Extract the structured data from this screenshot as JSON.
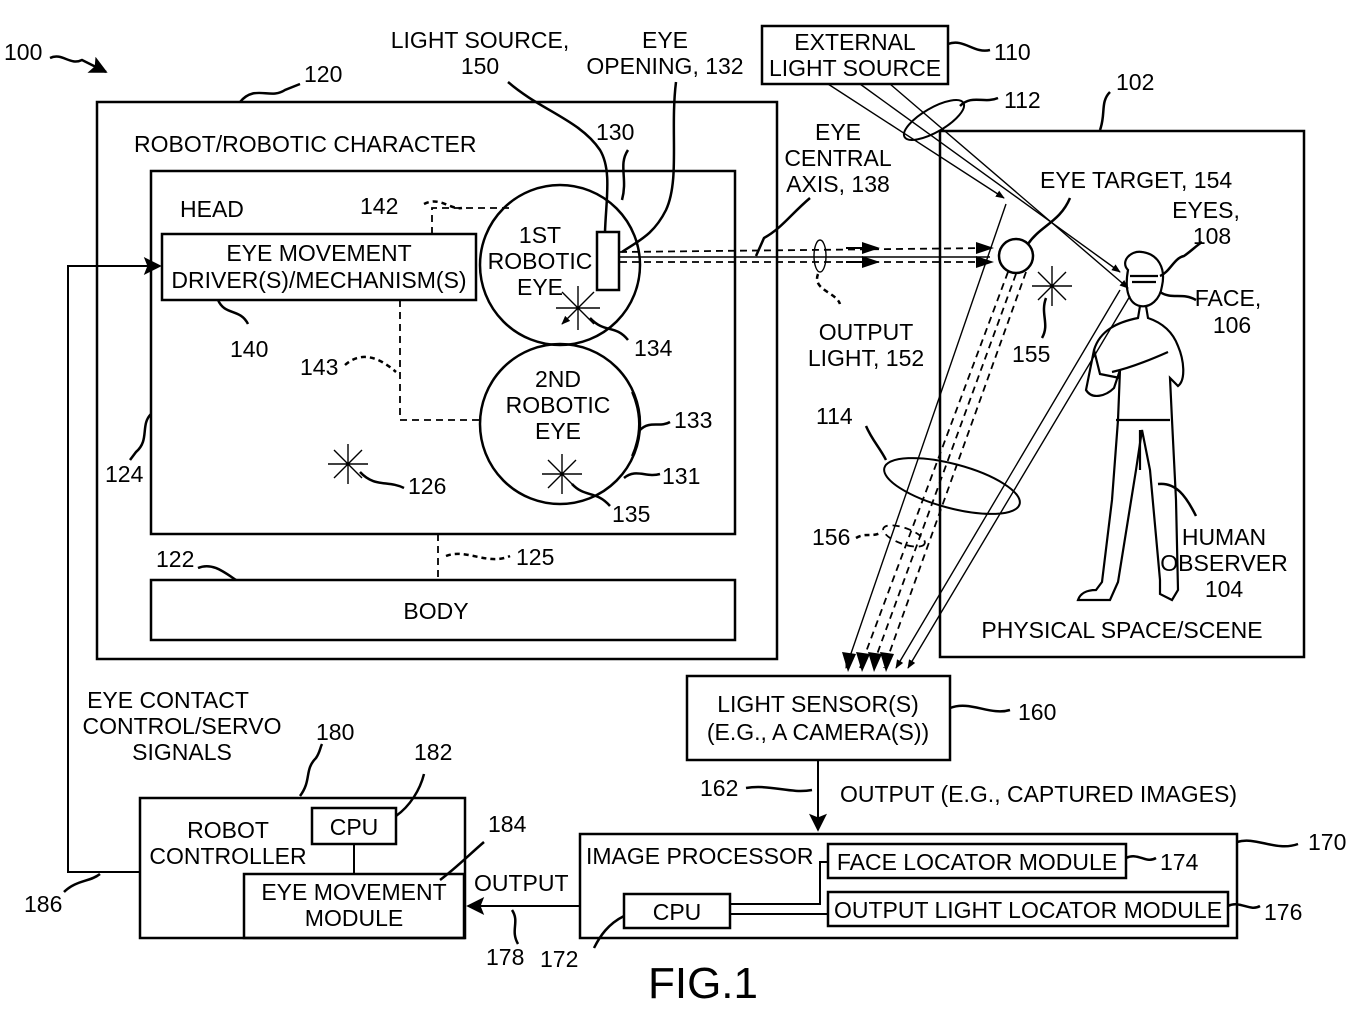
{
  "figure": {
    "caption": "FIG.1"
  },
  "refs": {
    "r100": "100",
    "r102": "102",
    "r104": "104",
    "r106": "106",
    "r108": "108",
    "r110": "110",
    "r112": "112",
    "r114": "114",
    "r120": "120",
    "r122": "122",
    "r124": "124",
    "r125": "125",
    "r126": "126",
    "r130": "130",
    "r131": "131",
    "r132": "132",
    "r133": "133",
    "r134": "134",
    "r135": "135",
    "r138": "138",
    "r140": "140",
    "r142": "142",
    "r143": "143",
    "r150": "150",
    "r152": "152",
    "r154": "154",
    "r155": "155",
    "r156": "156",
    "r160": "160",
    "r162": "162",
    "r170": "170",
    "r172": "172",
    "r174": "174",
    "r176": "176",
    "r178": "178",
    "r180": "180",
    "r182": "182",
    "r184": "184",
    "r186": "186"
  },
  "labels": {
    "robot_line1": "ROBOT/ROBOTIC CHARACTER",
    "head": "HEAD",
    "body": "BODY",
    "eye_drv_1": "EYE MOVEMENT",
    "eye_drv_2": "DRIVER(S)/MECHANISM(S)",
    "eye1_1": "1ST",
    "eye1_2": "ROBOTIC",
    "eye1_3": "EYE",
    "eye2_1": "2ND",
    "eye2_2": "ROBOTIC",
    "eye2_3": "EYE",
    "light_src_1": "LIGHT SOURCE,",
    "light_src_2": "150",
    "eye_open_1": "EYE",
    "eye_open_2": "OPENING, 132",
    "ext_light_1": "EXTERNAL",
    "ext_light_2": "LIGHT SOURCE",
    "axis_1": "EYE",
    "axis_2": "CENTRAL",
    "axis_3": "AXIS, 138",
    "output_light_1": "OUTPUT",
    "output_light_2": "LIGHT, 152",
    "eye_target": "EYE TARGET, 154",
    "eyes_1": "EYES,",
    "eyes_2": "108",
    "face_1": "FACE,",
    "face_2": "106",
    "human_1": "HUMAN",
    "human_2": "OBSERVER",
    "human_3": "104",
    "scene": "PHYSICAL SPACE/SCENE",
    "sensor_1": "LIGHT SENSOR(S)",
    "sensor_2": "(E.G., A CAMERA(S))",
    "sensor_out": "OUTPUT (E.G., CAPTURED IMAGES)",
    "signals_1": "EYE CONTACT",
    "signals_2": "CONTROL/SERVO",
    "signals_3": "SIGNALS",
    "controller_1": "ROBOT",
    "controller_2": "CONTROLLER",
    "cpu": "CPU",
    "module_1": "EYE MOVEMENT",
    "module_2": "MODULE",
    "output": "OUTPUT",
    "image_proc": "IMAGE PROCESSOR",
    "face_locator": "FACE LOCATOR MODULE",
    "output_locator": "OUTPUT LIGHT LOCATOR MODULE"
  }
}
